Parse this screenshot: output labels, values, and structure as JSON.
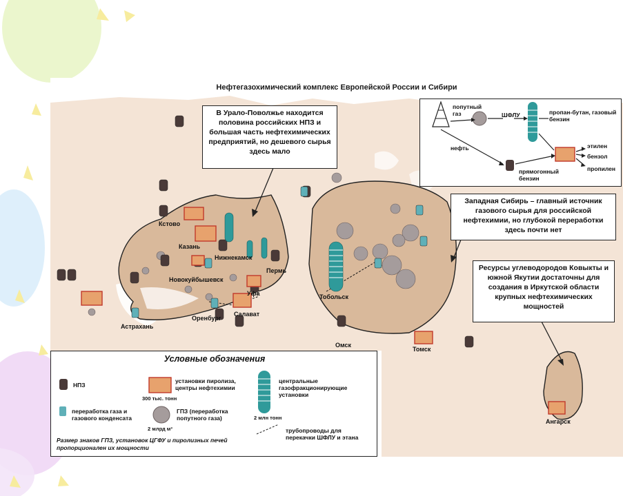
{
  "map": {
    "title": "Нефтегазохимический комплекс Европейской России и Сибири",
    "colors": {
      "land": "#f4e4d6",
      "region": "#d9b99b",
      "refinery": "#4a3a38",
      "pipe": "#2f9a9a",
      "pyro": "#c0392b",
      "gpz": "#9a8f8f",
      "water": "#ffffff"
    },
    "cities": {
      "kstovo": "Кстово",
      "kazan": "Казань",
      "nizhnekamsk": "Нижнекамск",
      "perm": "Пермь",
      "novokuibyshevsk": "Новокуйбышевск",
      "ufa": "Уфа",
      "orenburg": "Оренбург",
      "salavat": "Салават",
      "astrakhan": "Астрахань",
      "tobolsk": "Тобольск",
      "omsk": "Омск",
      "tomsk": "Томск",
      "angarsk": "Ангарск"
    },
    "callouts": {
      "volga": "В Урало-Поволжье находится половина российских НПЗ и большая часть нефтехимических предприятий, но дешевого сырья здесь мало",
      "siberia": "Западная Сибирь – главный источник газового сырья для российской нефтехимии, но глубокой переработки здесь почти нет",
      "kovykta": "Ресурсы углеводородов Ковыкты и южной Якутии достаточны для создания в Иркутской области крупных нефтехимических мощностей"
    },
    "inset": {
      "associated_gas": "попутный газ",
      "shflu": "ШФЛУ",
      "propane": "пропан-бутан, газовый бензин",
      "oil": "нефть",
      "straight_run": "прямогонный бензин",
      "ethylene": "этилен",
      "benzene": "бензол",
      "propylene": "пропилен"
    },
    "legend": {
      "title": "Условные обозначения",
      "refinery": "НПЗ",
      "pyrolysis": "установки пиролиза, центры нефтехимии",
      "pyro_scale": "300 тыс. тонн",
      "gfu": "центральные газофракционирующие установки",
      "gfu_scale": "2 млн тонн",
      "gas_processing": "переработка газа и газового конденсата",
      "gpz": "ГПЗ (переработка попутного газа)",
      "gpz_scale": "2 млрд м³",
      "pipeline": "трубопроводы для перекачки ШФЛУ и этана",
      "footnote": "Размер знаков ГПЗ, установок ЦГФУ и пиролизных печей пропорционален их мощности"
    }
  }
}
